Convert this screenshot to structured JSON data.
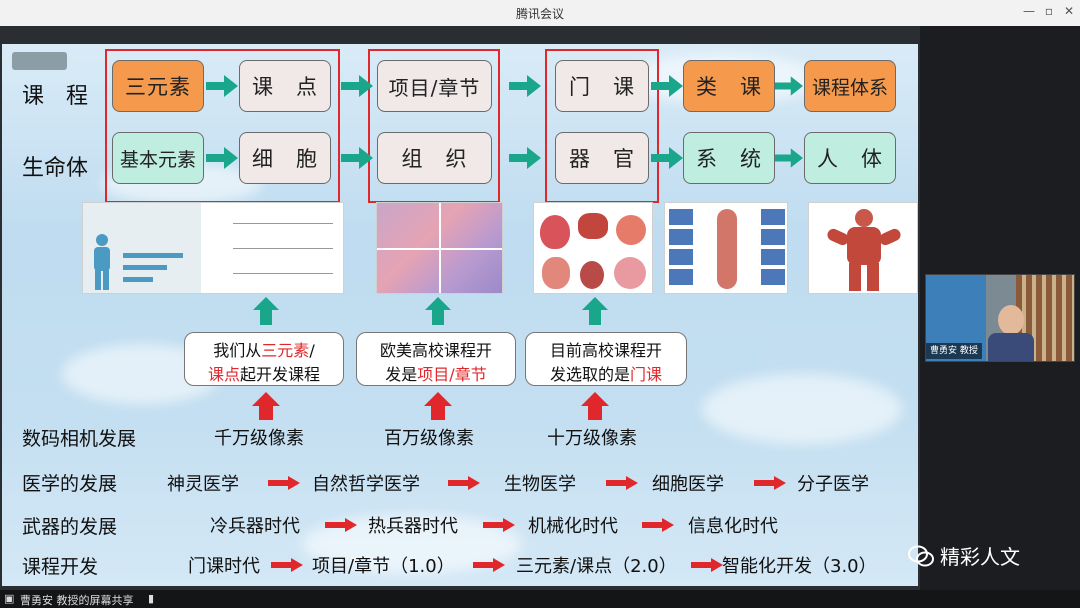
{
  "window": {
    "title": "腾讯会议"
  },
  "slide": {
    "rows": {
      "course_label": "课　程",
      "life_label": "生命体",
      "course": [
        "三元素",
        "课　点",
        "项目/章节",
        "门　课",
        "类　课",
        "课程体系"
      ],
      "life": [
        "基本元素",
        "细　胞",
        "组　织",
        "器　官",
        "系　统",
        "人　体"
      ]
    },
    "callouts": [
      {
        "pre": "我们从",
        "hl1": "三元素",
        "mid": "/",
        "hl2": "课点",
        "post": "起开发课程",
        "hl2_line2": true
      },
      {
        "line1": "欧美高校课程开",
        "line2_pre": "发是",
        "hl": "项目/章节"
      },
      {
        "line1": "目前高校课程开",
        "line2_pre": "发选取的是",
        "hl": "门课"
      }
    ],
    "camera": {
      "label": "数码相机发展",
      "items": [
        "千万级像素",
        "百万级像素",
        "十万级像素"
      ]
    },
    "medicine": {
      "label": "医学的发展",
      "items": [
        "神灵医学",
        "自然哲学医学",
        "生物医学",
        "细胞医学",
        "分子医学"
      ]
    },
    "weapons": {
      "label": "武器的发展",
      "items": [
        "冷兵器时代",
        "热兵器时代",
        "机械化时代",
        "信息化时代"
      ]
    },
    "course_dev": {
      "label": "课程开发",
      "items": [
        "门课时代",
        "项目/章节（1.0）",
        "三元素/课点（2.0）",
        "智能化开发（3.0）"
      ]
    }
  },
  "participant": {
    "name": "曹勇安 教授"
  },
  "bottombar": {
    "text": "曹勇安 教授的屏幕共享"
  },
  "watermark": {
    "text": "精彩人文"
  },
  "colors": {
    "orange": "#f59a4d",
    "teal": "#bfeee0",
    "red": "#e0282c",
    "arrow": "#1aa68a"
  }
}
